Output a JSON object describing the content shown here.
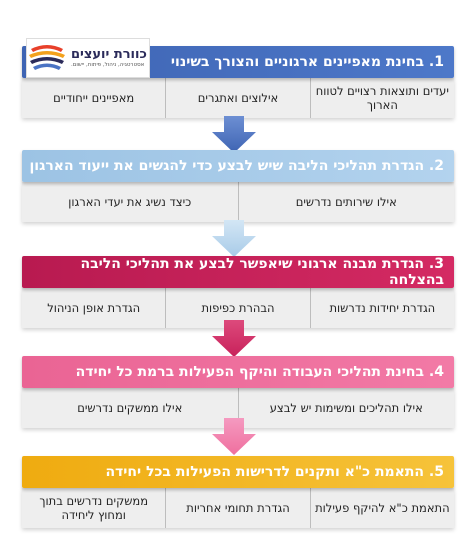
{
  "logo": {
    "name": "כוורת יועצים",
    "tagline": "אסטרטגיה, ניהול, פיתוח, יישום."
  },
  "colors": {
    "step1": "#4a73c4",
    "step2": "#a8cbe8",
    "step3": "#c8215a",
    "step4": "#ef6f9e",
    "step5": "#f3b71c"
  },
  "steps": [
    {
      "title": "1. בחינת מאפיינים ארגוניים והצורך בשינוי",
      "cells": [
        "יעדים ותוצאות רצויים לטווח הארוך",
        "אילוצים ואתגרים",
        "מאפיינים ייחודיים"
      ]
    },
    {
      "title": "2. הגדרת תהליכי הליבה שיש לבצע כדי להגשים את ייעוד הארגון",
      "cells": [
        "אילו שירותים נדרשים",
        "כיצד נשיג את יעדי הארגון"
      ]
    },
    {
      "title": "3. הגדרת מבנה ארגוני שיאפשר לבצע את  תהליכי הליבה בהצלחה",
      "cells": [
        "הגדרת יחידות נדרשות",
        "הבהרת כפיפות",
        "הגדרת אופן הניהול"
      ]
    },
    {
      "title": "4. בחינת תהליכי העבודה והיקף הפעילות ברמת כל יחידה",
      "cells": [
        "אילו תהליכים ומשימות יש לבצע",
        "אילו ממשקים נדרשים"
      ]
    },
    {
      "title": "5. התאמת כ\"א ותקנים לדרישות הפעילות בכל יחידה",
      "cells": [
        "התאמת כ\"א להיקף פעילות",
        "הגדרת תחומי אחריות",
        "ממשקים נדרשים בתוך ומחוץ ליחידה"
      ]
    }
  ]
}
